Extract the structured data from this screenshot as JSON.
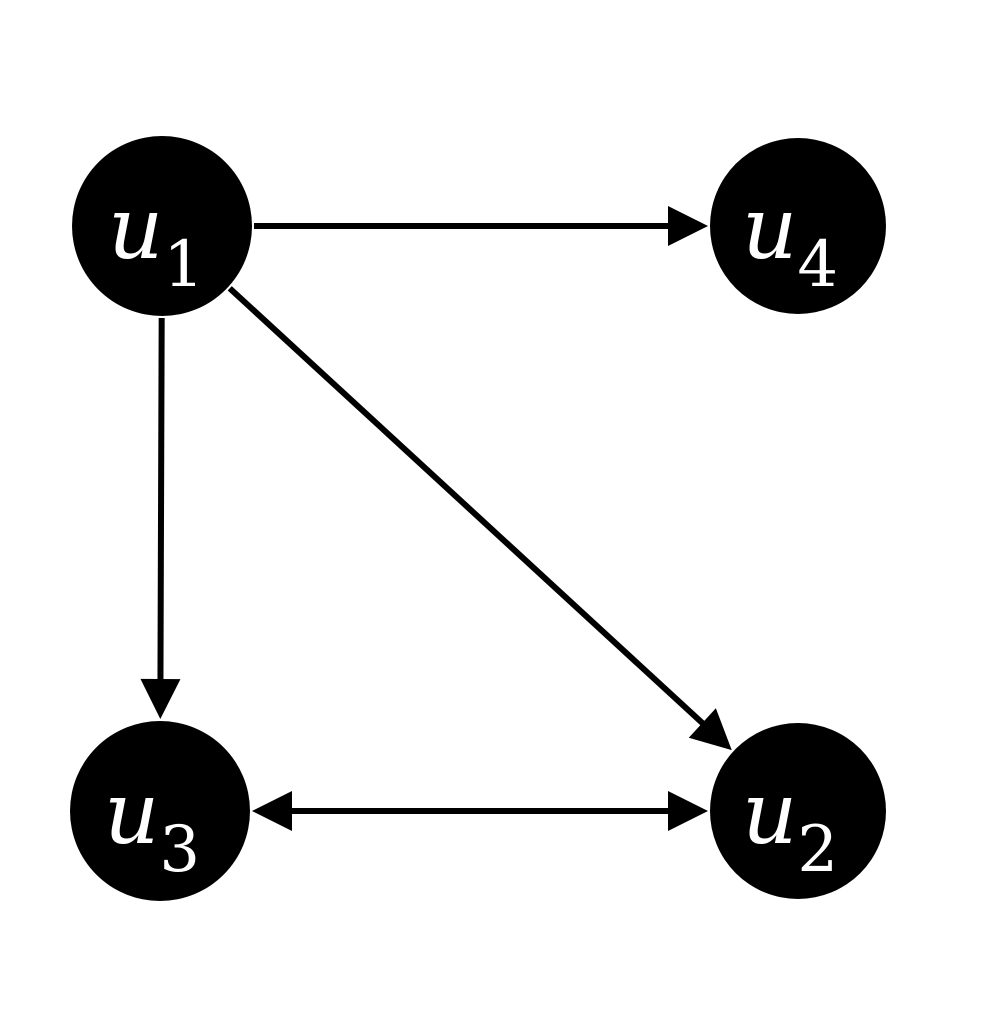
{
  "diagram": {
    "type": "directed-graph",
    "background": "#ffffff",
    "node_color": "#000000",
    "label_color": "#ffffff",
    "edge_color": "#000000",
    "nodes": [
      {
        "id": "u1",
        "base": "u",
        "sub": "1"
      },
      {
        "id": "u2",
        "base": "u",
        "sub": "2"
      },
      {
        "id": "u3",
        "base": "u",
        "sub": "3"
      },
      {
        "id": "u4",
        "base": "u",
        "sub": "4"
      }
    ],
    "edges": [
      {
        "from": "u1",
        "to": "u4",
        "direction": "forward"
      },
      {
        "from": "u1",
        "to": "u2",
        "direction": "forward"
      },
      {
        "from": "u1",
        "to": "u3",
        "direction": "forward"
      },
      {
        "from": "u3",
        "to": "u2",
        "direction": "both"
      }
    ]
  }
}
